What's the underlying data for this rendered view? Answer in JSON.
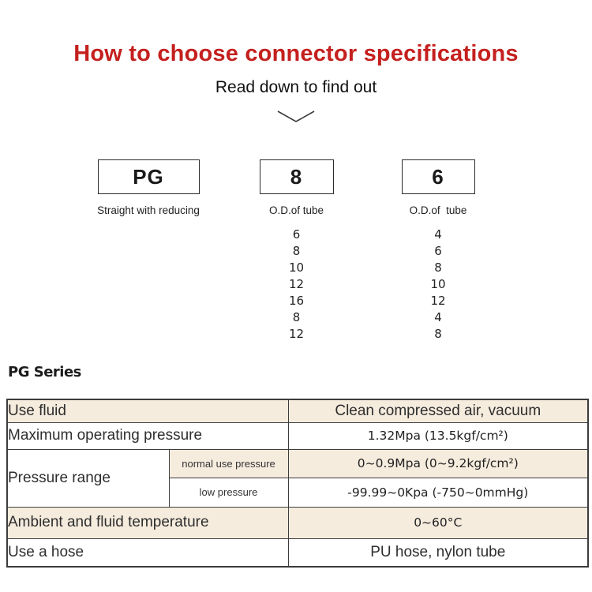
{
  "colors": {
    "accent_red": "#c4201e",
    "row_beige": "#f5ecde",
    "table_border": "#3c3c3c"
  },
  "header": {
    "title": "How to choose connector specifications",
    "subtitle": "Read down to find out",
    "chevron_icon": "chevron-down"
  },
  "picker": {
    "columns": [
      {
        "code": "PG",
        "label": "Straight with reducing",
        "values": []
      },
      {
        "code": "8",
        "label": "O.D.of tube",
        "values": [
          "6",
          "8",
          "10",
          "12",
          "16",
          "8",
          "12"
        ]
      },
      {
        "code": "6",
        "label": "O.D.of  tube",
        "values": [
          "4",
          "6",
          "8",
          "10",
          "12",
          "4",
          "8"
        ]
      }
    ]
  },
  "series": {
    "heading": "PG Series"
  },
  "spec_table": {
    "rows": [
      {
        "label": "Use fluid",
        "value": "Clean compressed air, vacuum"
      },
      {
        "label": "Maximum operating pressure",
        "value": "1.32Mpa (13.5kgf/cm²)"
      },
      {
        "label": "Pressure range",
        "sub_label": "normal use pressure",
        "value": "0~0.9Mpa (0~9.2kgf/cm²)"
      },
      {
        "sub_label": "low pressure",
        "value": "-99.99~0Kpa (-750~0mmHg)"
      },
      {
        "label": "Ambient and fluid temperature",
        "value": "0~60°C"
      },
      {
        "label": "Use a hose",
        "value": "PU hose, nylon tube"
      }
    ]
  }
}
